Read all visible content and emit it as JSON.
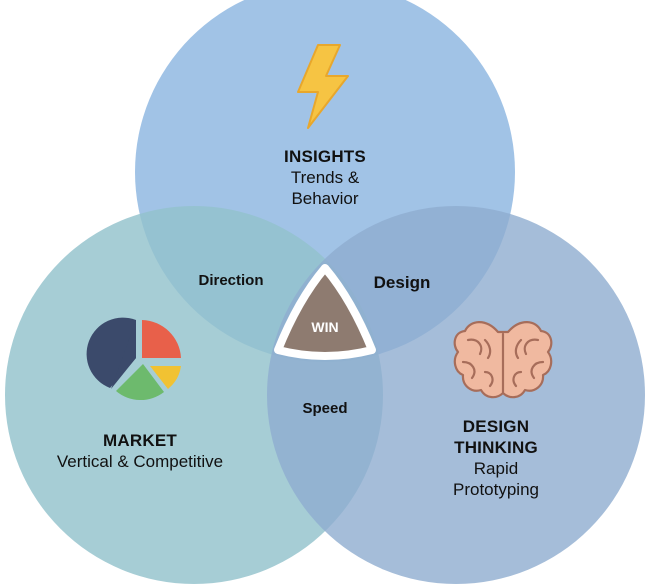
{
  "circles": {
    "insights": {
      "title": "INSIGHTS",
      "subtitle_lines": [
        "Trends &",
        "Behavior"
      ],
      "icon": "lightning-bolt-icon",
      "color": "#8ab4e0"
    },
    "market": {
      "title": "MARKET",
      "subtitle_lines": [
        "Vertical & Competitive"
      ],
      "icon": "pie-chart-icon",
      "color": "#92c2cc"
    },
    "design_thinking": {
      "title_lines": [
        "DESIGN",
        "THINKING"
      ],
      "subtitle_lines": [
        "Rapid",
        "Prototyping"
      ],
      "icon": "brain-icon",
      "color": "#93b0d0"
    }
  },
  "overlaps": {
    "insights_market": "Direction",
    "insights_design": "Design",
    "market_design": "Speed",
    "center": "WIN"
  },
  "colors": {
    "center_fill": "#8e7b70",
    "center_outline": "#ffffff",
    "bolt": "#f6c443",
    "brain": "#f0b9a0",
    "pie_navy": "#3b4a6b",
    "pie_red": "#e8604a",
    "pie_yellow": "#f1c232",
    "pie_green": "#6dba6d"
  }
}
